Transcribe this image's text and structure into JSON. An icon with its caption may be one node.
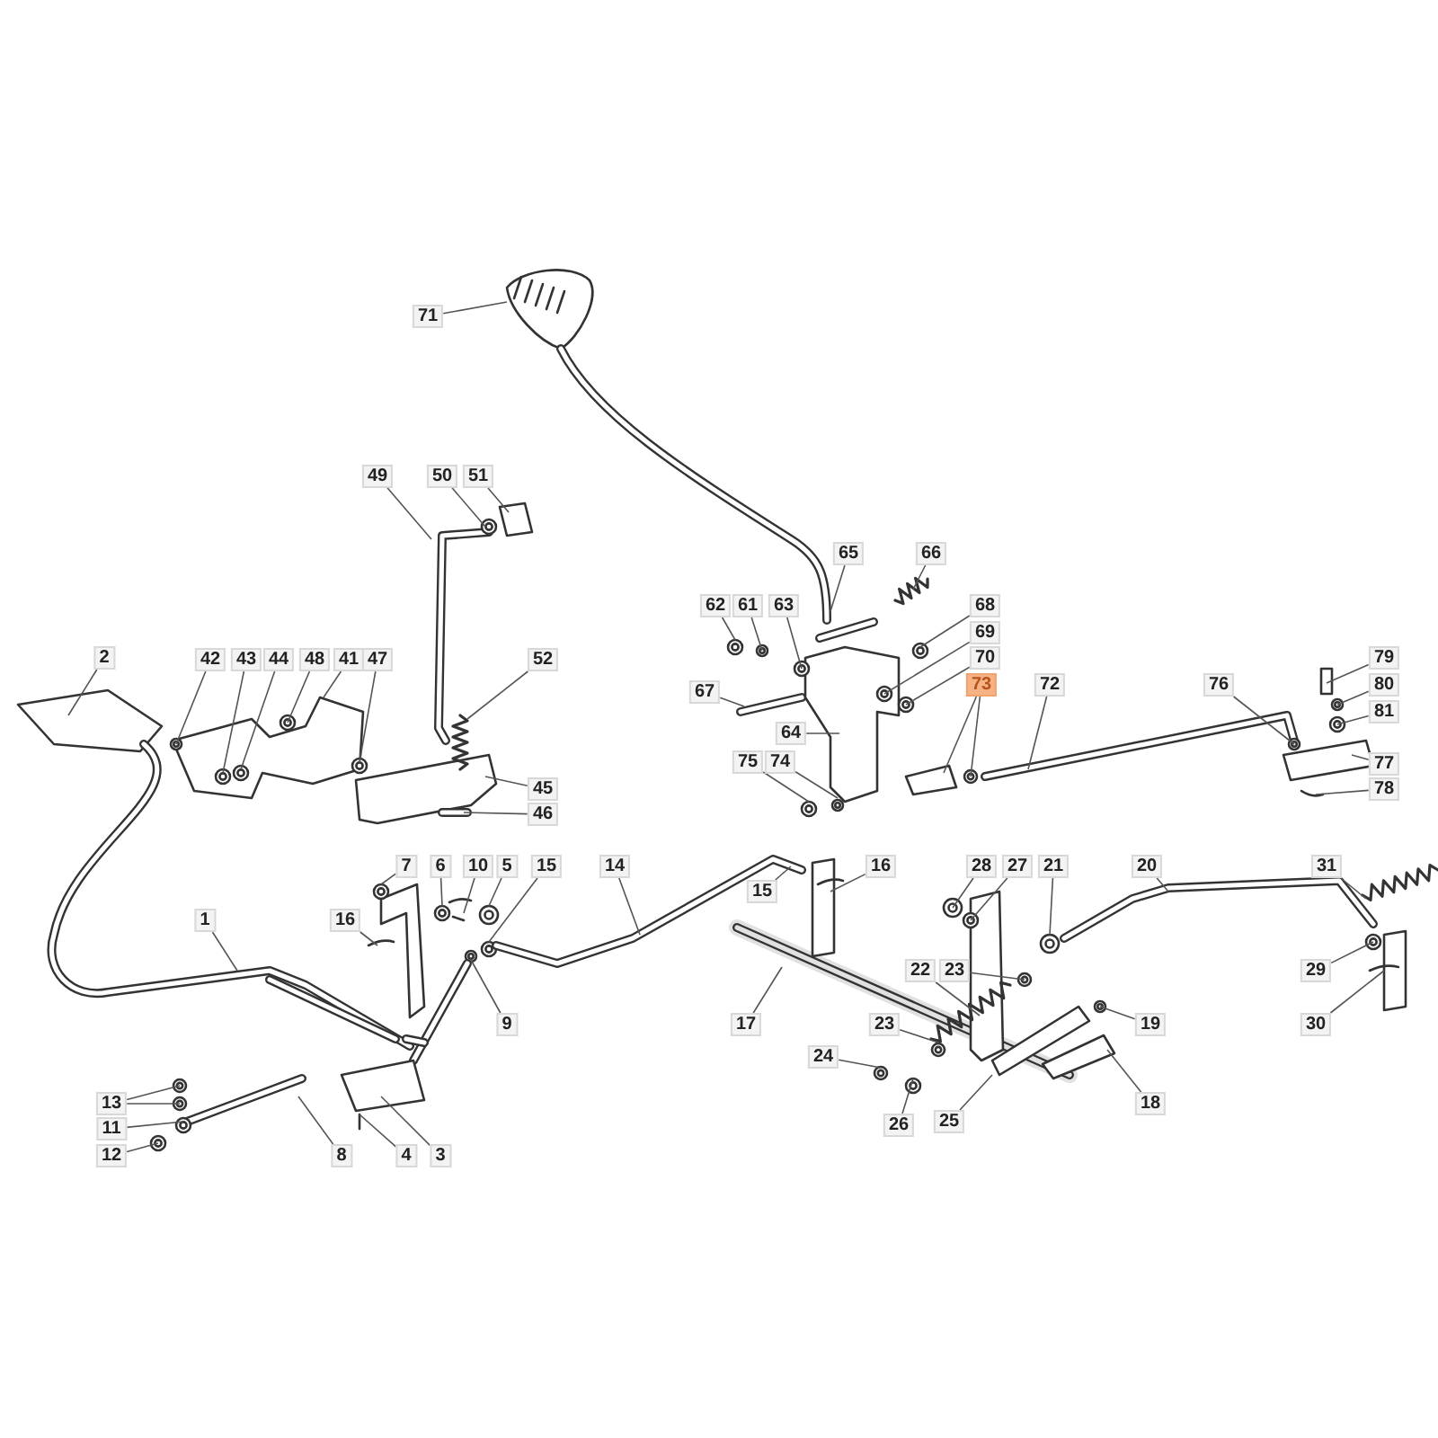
{
  "diagram": {
    "nodes": [
      {
        "text": [
          "71"
        ]
      },
      {
        "text": [
          "49"
        ]
      },
      {
        "text": [
          "50"
        ]
      },
      {
        "text": [
          "51"
        ]
      },
      {
        "text": [
          "65"
        ]
      },
      {
        "text": [
          "66"
        ]
      },
      {
        "text": [
          "62"
        ]
      },
      {
        "text": [
          "61"
        ]
      },
      {
        "text": [
          "63"
        ]
      },
      {
        "text": [
          "68"
        ]
      },
      {
        "text": [
          "69"
        ]
      },
      {
        "text": [
          "2"
        ]
      },
      {
        "text": [
          "42"
        ]
      },
      {
        "text": [
          "43"
        ]
      },
      {
        "text": [
          "44"
        ]
      },
      {
        "text": [
          "48"
        ]
      },
      {
        "text": [
          "41"
        ]
      },
      {
        "text": [
          "47"
        ]
      },
      {
        "text": [
          "52"
        ]
      },
      {
        "text": [
          "70"
        ]
      },
      {
        "text": [
          "67"
        ]
      },
      {
        "text": [
          "73"
        ]
      },
      {
        "text": [
          "72"
        ]
      },
      {
        "text": [
          "76"
        ]
      },
      {
        "text": [
          "79"
        ]
      },
      {
        "text": [
          "80"
        ]
      },
      {
        "text": [
          "81"
        ]
      },
      {
        "text": [
          "64"
        ]
      },
      {
        "text": [
          "75"
        ]
      },
      {
        "text": [
          "74"
        ]
      },
      {
        "text": [
          "77"
        ]
      },
      {
        "text": [
          "78"
        ]
      },
      {
        "text": [
          "45"
        ]
      },
      {
        "text": [
          "46"
        ]
      },
      {
        "text": [
          "7"
        ]
      },
      {
        "text": [
          "6"
        ]
      },
      {
        "text": [
          "10"
        ]
      },
      {
        "text": [
          "5"
        ]
      },
      {
        "text": [
          "15"
        ]
      },
      {
        "text": [
          "14"
        ]
      },
      {
        "text": [
          "15"
        ]
      },
      {
        "text": [
          "16"
        ]
      },
      {
        "text": [
          "28"
        ]
      },
      {
        "text": [
          "27"
        ]
      },
      {
        "text": [
          "21"
        ]
      },
      {
        "text": [
          "20"
        ]
      },
      {
        "text": [
          "31"
        ]
      },
      {
        "text": [
          "16"
        ]
      },
      {
        "text": [
          "1"
        ]
      },
      {
        "text": [
          "22"
        ]
      },
      {
        "text": [
          "23"
        ]
      },
      {
        "text": [
          "29"
        ]
      },
      {
        "text": [
          "9"
        ]
      },
      {
        "text": [
          "17"
        ]
      },
      {
        "text": [
          "24"
        ]
      },
      {
        "text": [
          "23"
        ]
      },
      {
        "text": [
          "19"
        ]
      },
      {
        "text": [
          "30"
        ]
      },
      {
        "text": [
          "13"
        ]
      },
      {
        "text": [
          "11"
        ]
      },
      {
        "text": [
          "26"
        ]
      },
      {
        "text": [
          "25"
        ]
      },
      {
        "text": [
          "18"
        ]
      },
      {
        "text": [
          "12"
        ]
      },
      {
        "text": [
          "8"
        ]
      },
      {
        "text": [
          "4"
        ]
      },
      {
        "text": [
          "3"
        ]
      }
    ],
    "edges": [
      {
        "from": 0,
        "to": null,
        "arrow": "none"
      },
      {
        "from": 1,
        "to": null,
        "arrow": "none"
      },
      {
        "from": 2,
        "to": null,
        "arrow": "none"
      },
      {
        "from": 3,
        "to": null,
        "arrow": "none"
      },
      {
        "from": 4,
        "to": null,
        "arrow": "none"
      },
      {
        "from": 5,
        "to": null,
        "arrow": "none"
      },
      {
        "from": 6,
        "to": null,
        "arrow": "none"
      },
      {
        "from": 7,
        "to": null,
        "arrow": "none"
      },
      {
        "from": 8,
        "to": null,
        "arrow": "none"
      },
      {
        "from": 9,
        "to": null,
        "arrow": "none"
      },
      {
        "from": 10,
        "to": null,
        "arrow": "none"
      },
      {
        "from": 11,
        "to": null,
        "arrow": "none"
      },
      {
        "from": 12,
        "to": null,
        "arrow": "none"
      },
      {
        "from": 13,
        "to": null,
        "arrow": "none"
      },
      {
        "from": 14,
        "to": null,
        "arrow": "none"
      },
      {
        "from": 15,
        "to": null,
        "arrow": "none"
      },
      {
        "from": 16,
        "to": null,
        "arrow": "none"
      },
      {
        "from": 17,
        "to": null,
        "arrow": "none"
      },
      {
        "from": 18,
        "to": null,
        "arrow": "none"
      },
      {
        "from": 19,
        "to": null,
        "arrow": "none"
      },
      {
        "from": 20,
        "to": null,
        "arrow": "none"
      },
      {
        "from": 21,
        "to": null,
        "arrow": "none"
      },
      {
        "from": 21,
        "to": null,
        "arrow": "none"
      },
      {
        "from": 22,
        "to": null,
        "arrow": "none"
      },
      {
        "from": 23,
        "to": null,
        "arrow": "none"
      },
      {
        "from": 24,
        "to": null,
        "arrow": "none"
      },
      {
        "from": 25,
        "to": null,
        "arrow": "none"
      },
      {
        "from": 26,
        "to": null,
        "arrow": "none"
      },
      {
        "from": 27,
        "to": null,
        "arrow": "none"
      },
      {
        "from": 28,
        "to": null,
        "arrow": "none"
      },
      {
        "from": 29,
        "to": null,
        "arrow": "none"
      },
      {
        "from": 30,
        "to": null,
        "arrow": "none"
      },
      {
        "from": 31,
        "to": null,
        "arrow": "none"
      },
      {
        "from": 32,
        "to": null,
        "arrow": "none"
      },
      {
        "from": 33,
        "to": null,
        "arrow": "none"
      },
      {
        "from": 34,
        "to": null,
        "arrow": "none"
      },
      {
        "from": 35,
        "to": null,
        "arrow": "none"
      },
      {
        "from": 36,
        "to": null,
        "arrow": "none"
      },
      {
        "from": 37,
        "to": null,
        "arrow": "none"
      },
      {
        "from": 38,
        "to": null,
        "arrow": "none"
      },
      {
        "from": 39,
        "to": null,
        "arrow": "none"
      },
      {
        "from": 40,
        "to": null,
        "arrow": "none"
      },
      {
        "from": 41,
        "to": null,
        "arrow": "none"
      },
      {
        "from": 42,
        "to": null,
        "arrow": "none"
      },
      {
        "from": 43,
        "to": null,
        "arrow": "none"
      },
      {
        "from": 44,
        "to": null,
        "arrow": "none"
      },
      {
        "from": 45,
        "to": null,
        "arrow": "none"
      },
      {
        "from": 46,
        "to": null,
        "arrow": "none"
      },
      {
        "from": 47,
        "to": null,
        "arrow": "none"
      },
      {
        "from": 48,
        "to": null,
        "arrow": "none"
      },
      {
        "from": 49,
        "to": null,
        "arrow": "none"
      },
      {
        "from": 50,
        "to": null,
        "arrow": "none"
      },
      {
        "from": 51,
        "to": null,
        "arrow": "none"
      },
      {
        "from": 52,
        "to": null,
        "arrow": "none"
      },
      {
        "from": 53,
        "to": null,
        "arrow": "none"
      },
      {
        "from": 54,
        "to": null,
        "arrow": "none"
      },
      {
        "from": 55,
        "to": null,
        "arrow": "none"
      },
      {
        "from": 56,
        "to": null,
        "arrow": "none"
      },
      {
        "from": 57,
        "to": null,
        "arrow": "none"
      },
      {
        "from": 58,
        "to": null,
        "arrow": "none"
      },
      {
        "from": 58,
        "to": null,
        "arrow": "none"
      },
      {
        "from": 59,
        "to": null,
        "arrow": "none"
      },
      {
        "from": 60,
        "to": null,
        "arrow": "none"
      },
      {
        "from": 61,
        "to": null,
        "arrow": "none"
      },
      {
        "from": 62,
        "to": null,
        "arrow": "none"
      },
      {
        "from": 63,
        "to": null,
        "arrow": "none"
      },
      {
        "from": 64,
        "to": null,
        "arrow": "none"
      },
      {
        "from": 65,
        "to": null,
        "arrow": "none"
      },
      {
        "from": 66,
        "to": null,
        "arrow": "none"
      }
    ]
  }
}
